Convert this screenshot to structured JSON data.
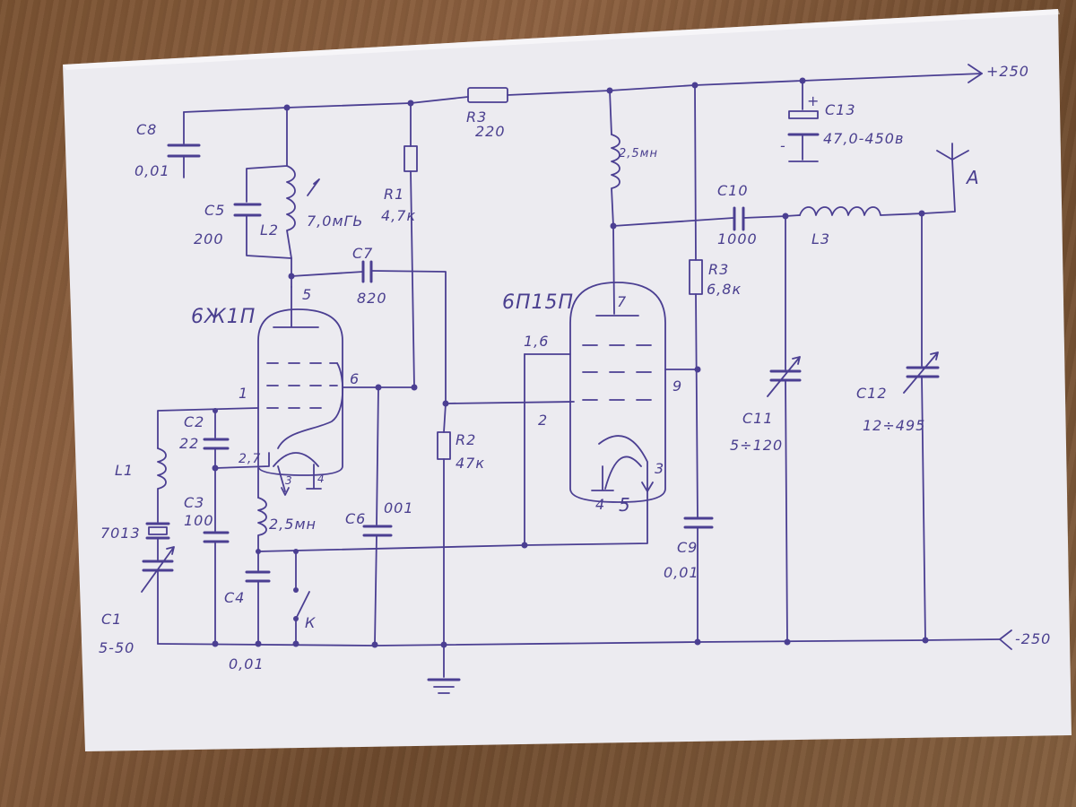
{
  "labels": {
    "c8": "C8",
    "c8_val": "0,01",
    "c5": "C5",
    "c5_val": "200",
    "l2": "L2",
    "l2_val": "7,0мГЬ",
    "r1": "R1",
    "r1_val": "4,7к",
    "r3_top": "R3",
    "r3_top_val": "220",
    "c7": "C7",
    "c7_val": "820",
    "choke_top": "2,5мн",
    "c10": "C10",
    "c10_val": "1000",
    "l3": "L3",
    "antenna": "A",
    "plus250": "+250",
    "minus250": "-250",
    "c13": "C13",
    "c13_val": "47,0-450в",
    "c13_plus": "+",
    "c13_minus": "-",
    "r3_right": "R3",
    "r3_right_val": "6,8к",
    "tube1": "6Ж1П",
    "tube2": "6П15П",
    "pin5": "5",
    "pin1": "1",
    "pin6": "6",
    "pin3a": "3",
    "pin4a": "4",
    "pin27": "2,7",
    "pin7": "7",
    "pin16": "1,6",
    "pin2": "2",
    "pin9": "9",
    "pin3b": "3",
    "pin4b": "4",
    "pin5b": "5",
    "c2": "C2",
    "c2_val": "22",
    "c3": "C3",
    "c3_val": "100",
    "l1": "L1",
    "x7013": "7013",
    "c1": "C1",
    "c1_val": "5-50",
    "choke_mid": "2,5мн",
    "c4": "C4",
    "c4_val": "0,01",
    "key": "К",
    "c6": "C6",
    "c6_val": "001",
    "r2": "R2",
    "r2_val": "47к",
    "c9": "C9",
    "c9_val": "0,01",
    "c11": "C11",
    "c11_val": "5÷120",
    "c12": "C12",
    "c12_val": "12÷495"
  }
}
